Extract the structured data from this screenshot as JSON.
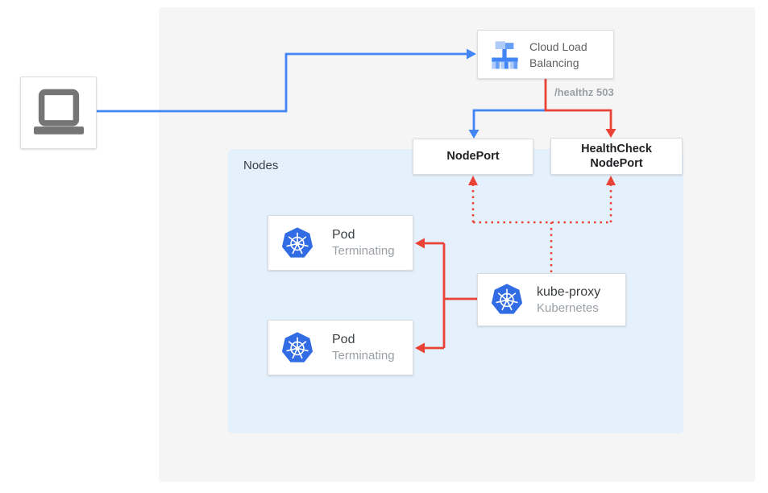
{
  "colors": {
    "traffic_blue": "#4285f4",
    "health_red": "#ea4335",
    "kubernetes_blue": "#326ce5",
    "nodes_panel_bg": "#e4f0fc",
    "outer_panel_bg": "#f5f5f6",
    "port_text": "#202124",
    "subtext_gray": "#9aa0a6"
  },
  "cloud_load_balancing": {
    "label": "Cloud Load Balancing"
  },
  "health_check_annotation": "/healthz 503",
  "node_port": {
    "label": "NodePort"
  },
  "health_check_node_port": {
    "label": "HealthCheck NodePort"
  },
  "nodes_panel": {
    "label": "Nodes"
  },
  "pods": [
    {
      "title": "Pod",
      "status": "Terminating"
    },
    {
      "title": "Pod",
      "status": "Terminating"
    }
  ],
  "kube_proxy": {
    "title": "kube-proxy",
    "subtitle": "Kubernetes"
  }
}
